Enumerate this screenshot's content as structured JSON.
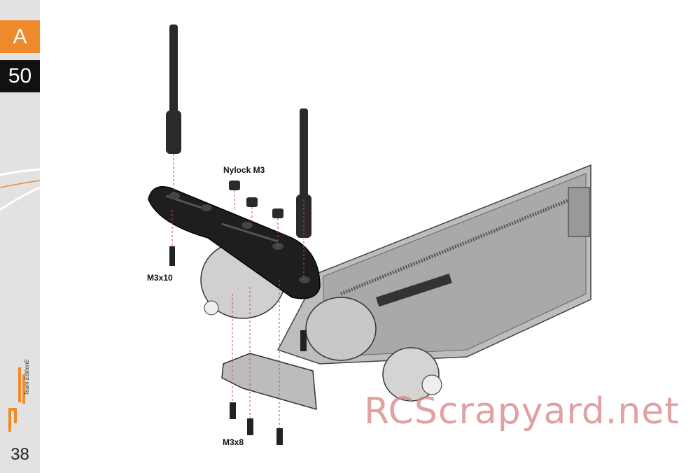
{
  "sidebar": {
    "section_letter": "A",
    "step_number": "50",
    "page_number": "38",
    "logo_text": "Team EditionE",
    "accent_color": "#ef8a2a"
  },
  "callouts": {
    "nylock": "Nylock M3",
    "m3x10": "M3x10",
    "m3x8": "M3x8"
  },
  "watermark": "RCScrapyard.net"
}
